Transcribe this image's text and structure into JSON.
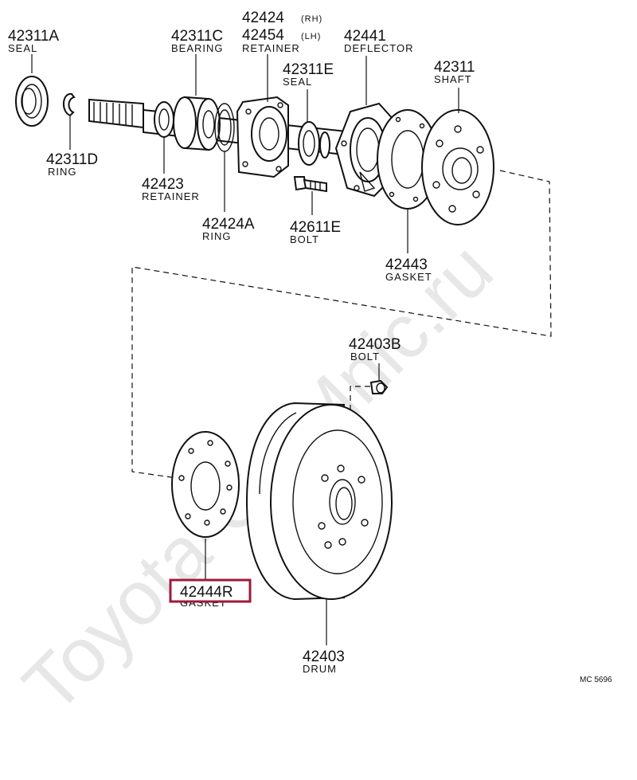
{
  "watermark": "Toyota-CarMnic.ru",
  "diagram_code": "MC 5696",
  "parts": {
    "p42311A": {
      "number": "42311A",
      "name": "SEAL"
    },
    "p42311C": {
      "number": "42311C",
      "name": "BEARING"
    },
    "p42424": {
      "number": "42424",
      "side": "(RH)"
    },
    "p42454": {
      "number": "42454",
      "side": "(LH)",
      "name": "RETAINER"
    },
    "p42441": {
      "number": "42441",
      "name": "DEFLECTOR"
    },
    "p42311E": {
      "number": "42311E",
      "name": "SEAL"
    },
    "p42311": {
      "number": "42311",
      "name": "SHAFT"
    },
    "p42311D": {
      "number": "42311D",
      "name": "RING"
    },
    "p42423": {
      "number": "42423",
      "name": "RETAINER"
    },
    "p42424A": {
      "number": "42424A",
      "name": "RING"
    },
    "p42611E": {
      "number": "42611E",
      "name": "BOLT"
    },
    "p42443": {
      "number": "42443",
      "name": "GASKET"
    },
    "p42403B": {
      "number": "42403B",
      "name": "BOLT"
    },
    "p42444R": {
      "number": "42444R",
      "name": "GASKET",
      "highlight_color": "#9b1b3a"
    },
    "p42403": {
      "number": "42403",
      "name": "DRUM"
    }
  }
}
